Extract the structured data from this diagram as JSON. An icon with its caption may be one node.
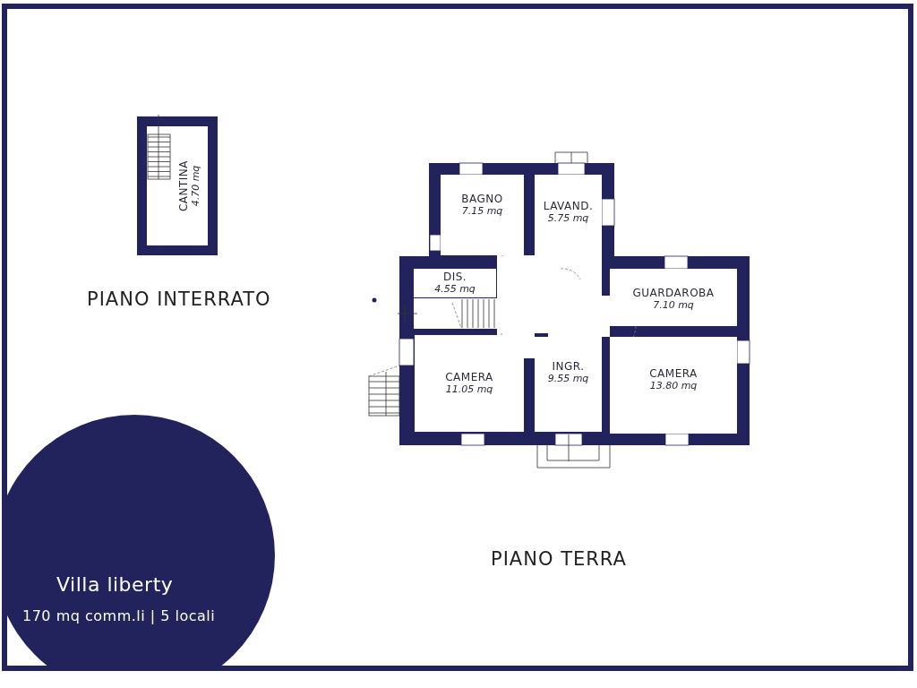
{
  "diagram": {
    "nodes": [
      {
        "text": [
          "CANTINA",
          "4.70 mq"
        ]
      },
      {
        "text": [
          "BAGNO",
          "7.15 mq"
        ]
      },
      {
        "text": [
          "LAVAND.",
          "5.75 mq"
        ]
      },
      {
        "text": [
          "DIS.",
          "4.55 mq"
        ]
      },
      {
        "text": [
          "GUARDAROBA",
          "7.10 mq"
        ]
      },
      {
        "text": [
          "CAMERA",
          "11.05 mq"
        ]
      },
      {
        "text": [
          "INGR.",
          "9.55 mq"
        ]
      },
      {
        "text": [
          "CAMERA",
          "13.80 mq"
        ]
      }
    ],
    "labels": [
      "PIANO INTERRATO",
      "PIANO TERRA",
      "Villa liberty",
      "170 mq comm.li | 5 locali"
    ]
  }
}
